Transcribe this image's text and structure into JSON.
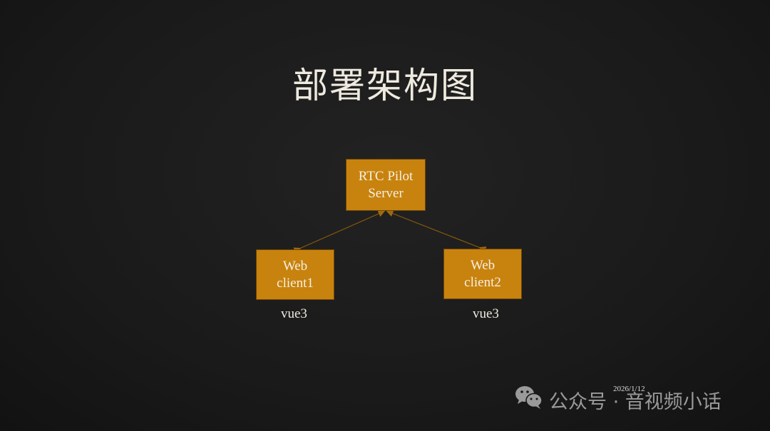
{
  "slide": {
    "title": "部署架构图"
  },
  "diagram": {
    "nodes": [
      {
        "id": "server",
        "lines": [
          "RTC Pilot",
          "Server"
        ]
      },
      {
        "id": "client1",
        "lines": [
          "Web",
          "client1"
        ],
        "caption": "vue3"
      },
      {
        "id": "client2",
        "lines": [
          "Web",
          "client2"
        ],
        "caption": "vue3"
      }
    ],
    "edges": [
      {
        "from": "client1",
        "to": "server",
        "bidirectional": true
      },
      {
        "from": "client2",
        "to": "server",
        "bidirectional": true
      }
    ],
    "colors": {
      "node_fill": "#c8830e",
      "node_border": "#6e4506",
      "edge": "#8a5a0a",
      "background": "#1a1a1a"
    }
  },
  "footer": {
    "date": "2026/1/12",
    "watermark": "公众号 · 音视频小话",
    "watermark_icon": "wechat-icon"
  }
}
